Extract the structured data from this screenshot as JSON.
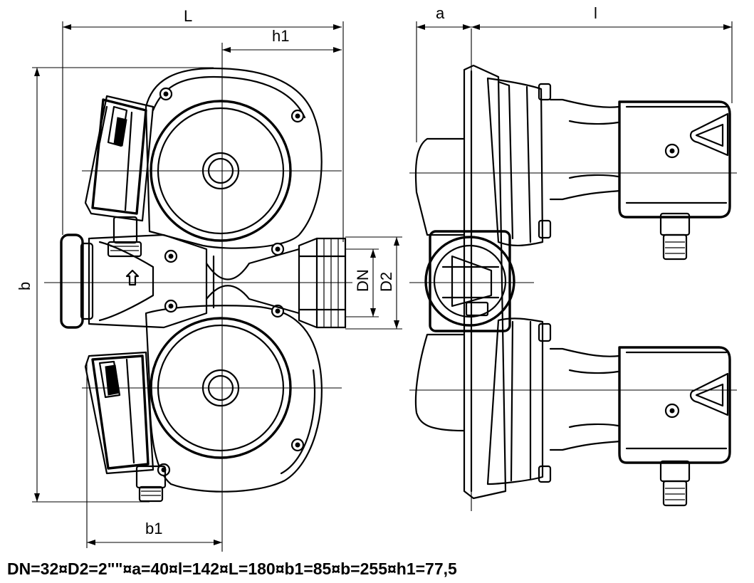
{
  "dimension_labels": {
    "L": "L",
    "h1": "h1",
    "a": "a",
    "l": "l",
    "b": "b",
    "b1": "b1",
    "DN": "DN",
    "D2": "D2"
  },
  "spec_line": "DN=32¤D2=2\"\"¤a=40¤l=142¤L=180¤b1=85¤b=255¤h1=77,5"
}
